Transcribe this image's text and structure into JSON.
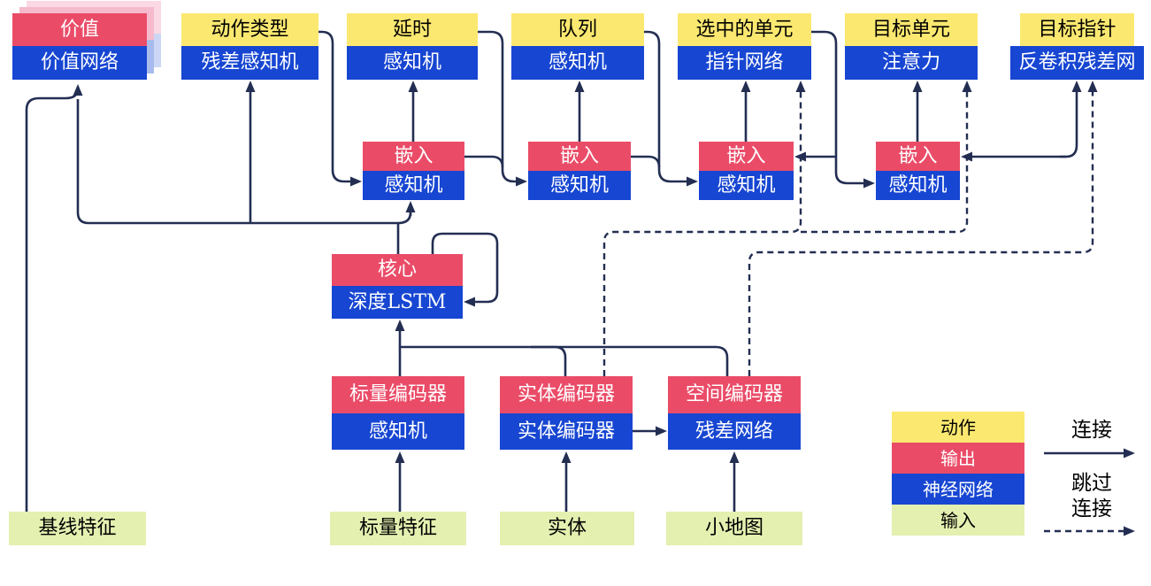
{
  "diagram": {
    "heads": {
      "value": {
        "header": "价值",
        "body": "价值网络"
      },
      "action_type": {
        "header": "动作类型",
        "body": "残差感知机"
      },
      "delay": {
        "header": "延时",
        "body": "感知机"
      },
      "queue": {
        "header": "队列",
        "body": "感知机"
      },
      "selected_units": {
        "header": "选中的单元",
        "body": "指针网络"
      },
      "target_unit": {
        "header": "目标单元",
        "body": "注意力"
      },
      "target_point": {
        "header": "目标指针",
        "body": "反卷积残差网"
      }
    },
    "embed": {
      "header": "嵌入",
      "body": "感知机"
    },
    "core": {
      "header": "核心",
      "body": "深度LSTM"
    },
    "encoders": {
      "scalar": {
        "header": "标量编码器",
        "body": "感知机"
      },
      "entity": {
        "header": "实体编码器",
        "body": "实体编码器"
      },
      "spatial": {
        "header": "空间编码器",
        "body": "残差网络"
      }
    },
    "inputs": {
      "baseline": "基线特征",
      "scalar": "标量特征",
      "entities": "实体",
      "minimap": "小地图"
    }
  },
  "legend": {
    "action": "动作",
    "output": "输出",
    "network": "神经网络",
    "input": "输入",
    "connection": "连接",
    "skip_line1": "跳过",
    "skip_line2": "连接"
  },
  "colors": {
    "action_yellow": "#FBE870",
    "output_pink": "#EA4C68",
    "network_blue": "#1746D2",
    "input_green": "#E4F0B0",
    "wire_navy": "#232E52",
    "shadow_pink_light": "#FAD9E4",
    "shadow_blue_light": "#CBD7F4",
    "shadow_pink_mid": "#F5BACC",
    "shadow_blue_mid": "#A9BBEC"
  }
}
